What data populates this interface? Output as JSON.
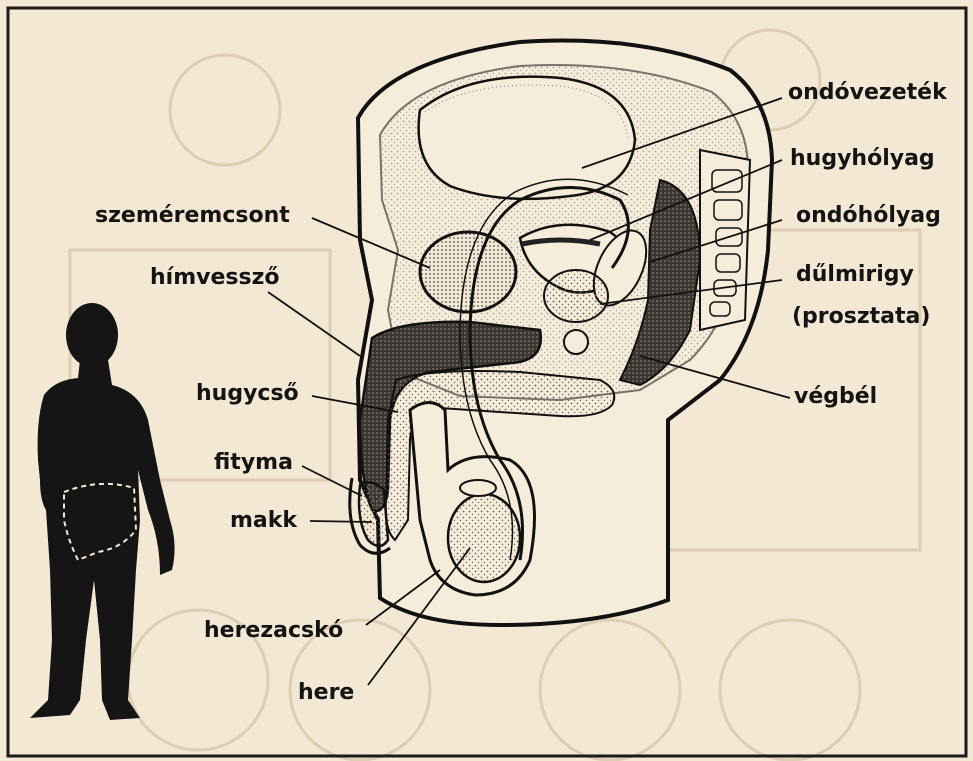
{
  "labels": {
    "left": {
      "szeméremcsont": "szeméremcsont",
      "hímvessző": "hímvessző",
      "hugycső": "hugycső",
      "fityma": "fityma",
      "makk": "makk",
      "herezacskó": "herezacskó",
      "here": "here"
    },
    "right": {
      "ondóvezeték": "ondóvezeték",
      "hugyhólyag": "hugyhólyag",
      "ondóhólyag": "ondóhólyag",
      "dűlmirigy": "dűlmirigy",
      "prosztata": "(prosztata)",
      "végbél": "végbél"
    }
  },
  "colors": {
    "paper": "#f3e8d4",
    "ink": "#141414",
    "stipple": "#8a8277",
    "faint": "#d9c9ad"
  }
}
